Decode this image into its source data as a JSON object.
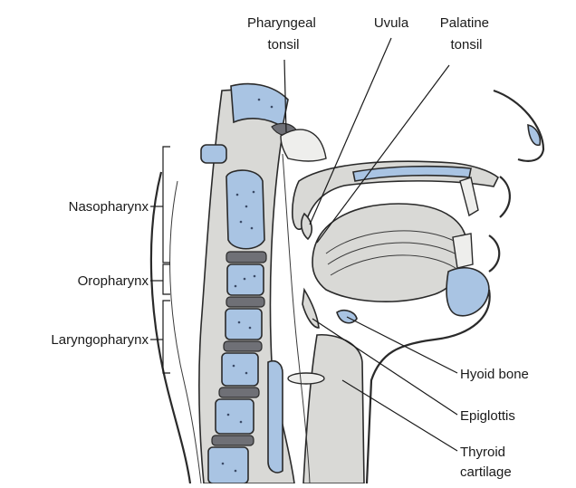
{
  "labels": {
    "pharyngeal_tonsil": [
      "Pharyngeal",
      "tonsil"
    ],
    "uvula": "Uvula",
    "palatine_tonsil": [
      "Palatine",
      "tonsil"
    ],
    "nasopharynx": "Nasopharynx",
    "oropharynx": "Oropharynx",
    "laryngopharynx": "Laryngopharynx",
    "hyoid_bone": "Hyoid bone",
    "epiglottis": "Epiglottis",
    "thyroid_cartilage": [
      "Thyroid",
      "cartilage"
    ]
  },
  "colors": {
    "bone": "#a9c4e3",
    "disc": "#6f7076",
    "tissue": "#d9d9d6",
    "line": "#1a1a1a"
  }
}
